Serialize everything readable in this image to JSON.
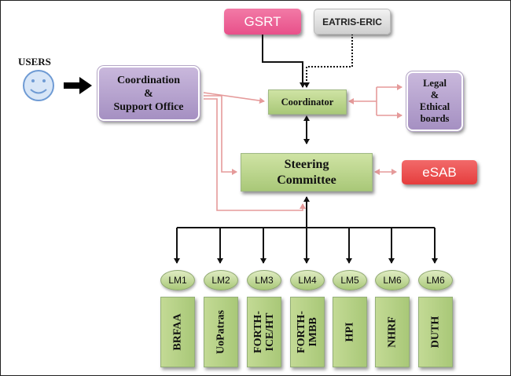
{
  "users": {
    "label": "USERS"
  },
  "top": {
    "gsrt": "GSRT",
    "eatris": "EATRIS-ERIC"
  },
  "coordination_office": {
    "line1": "Coordination",
    "line2": "&",
    "line3": "Support Office"
  },
  "coordinator": {
    "label": "Coordinator"
  },
  "legal_boards": {
    "line1": "Legal",
    "line2": "&",
    "line3": "Ethical",
    "line4": "boards"
  },
  "steering": {
    "line1": "Steering",
    "line2": "Committee"
  },
  "esab": {
    "label": "eSAB"
  },
  "members": [
    {
      "lm": "LM1",
      "name": "BRFAA"
    },
    {
      "lm": "LM2",
      "name": "UoPatras"
    },
    {
      "lm": "LM3",
      "name": "FORTH-\nICE/HT"
    },
    {
      "lm": "LM4",
      "name": "FORTH-\nIMBB"
    },
    {
      "lm": "LM5",
      "name": "HPI"
    },
    {
      "lm": "LM6",
      "name": "NHRF"
    },
    {
      "lm": "LM6",
      "name": "DUTH"
    }
  ],
  "colors": {
    "green": "#a9c878",
    "purple": "#a590c2",
    "gsrt": "#e8508a",
    "esab": "#e53d3d",
    "arrow_pink": "#e59a9a",
    "smiley": "#6f9bd4"
  }
}
